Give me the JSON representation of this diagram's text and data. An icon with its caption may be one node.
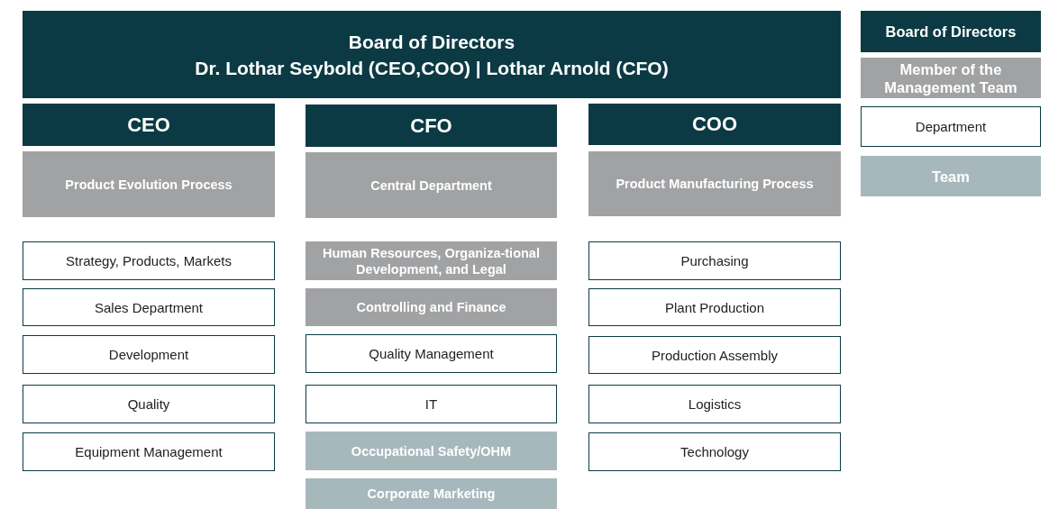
{
  "diagram": {
    "nodes": [
      {
        "text": [
          "Board of Directors",
          "Dr. Lothar Seybold (CEO,COO) | Lothar Arnold (CFO)"
        ]
      },
      {
        "text": [
          "CEO"
        ]
      },
      {
        "text": [
          "CFO"
        ]
      },
      {
        "text": [
          "COO"
        ]
      },
      {
        "text": [
          "Product Evolution Process"
        ]
      },
      {
        "text": [
          "Central Department"
        ]
      },
      {
        "text": [
          "Product Manufacturing Process"
        ]
      },
      {
        "text": [
          "Strategy, Products, Markets"
        ]
      },
      {
        "text": [
          "Human Resources, Organiza-tional Development, and Legal"
        ]
      },
      {
        "text": [
          "Purchasing"
        ]
      },
      {
        "text": [
          "Sales Department"
        ]
      },
      {
        "text": [
          "Controlling and Finance"
        ]
      },
      {
        "text": [
          "Plant Production"
        ]
      },
      {
        "text": [
          "Development"
        ]
      },
      {
        "text": [
          "Quality Management"
        ]
      },
      {
        "text": [
          "Production Assembly"
        ]
      },
      {
        "text": [
          "Quality"
        ]
      },
      {
        "text": [
          "IT"
        ]
      },
      {
        "text": [
          "Logistics"
        ]
      },
      {
        "text": [
          "Equipment Management"
        ]
      },
      {
        "text": [
          "Occupational Safety/OHM"
        ]
      },
      {
        "text": [
          "Technology"
        ]
      },
      {
        "text": [
          "Corporate Marketing"
        ]
      }
    ],
    "legend": [
      {
        "text": "Board of Directors",
        "color": "#0b3a44"
      },
      {
        "text": "Member of the Management Team",
        "color": "#a1a2a4"
      },
      {
        "text": "Department",
        "color": "#ffffff"
      },
      {
        "text": "Team",
        "color": "#a7b8bd"
      }
    ]
  }
}
